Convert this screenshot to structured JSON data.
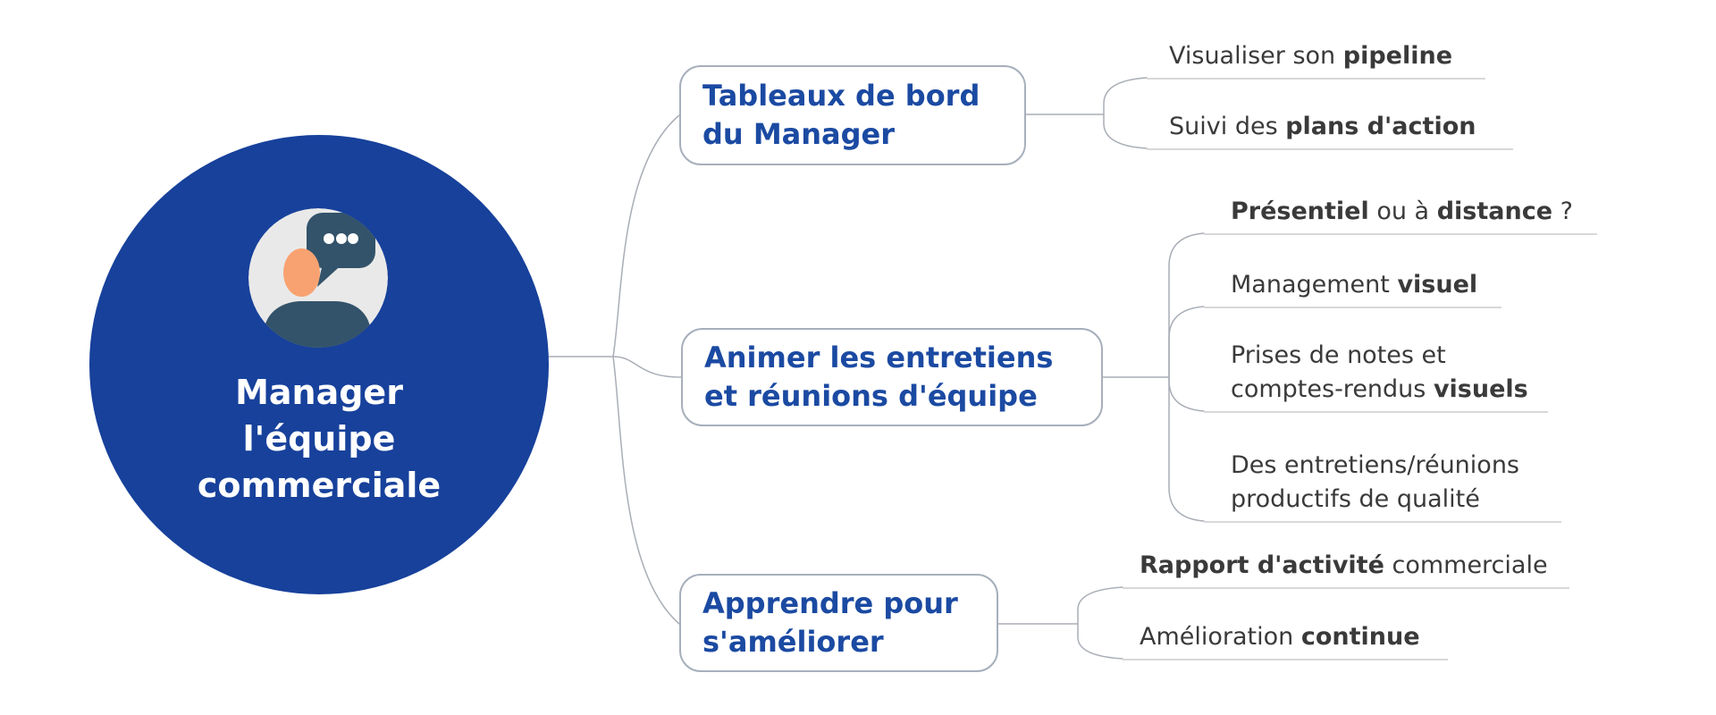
{
  "colors": {
    "root_fill": "#17419B",
    "root_text": "#FFFFFF",
    "topic_text": "#1B4AA2",
    "subtopic_text": "#3A3A3A",
    "underline": "#D8D8D8",
    "connector": "#A9AEB6",
    "box_border": "#A7AFBC",
    "avatar_bg": "#E9E9E9",
    "avatar_dark": "#33536A",
    "avatar_skin": "#F9A271"
  },
  "root": {
    "icon": "manager-chat-icon",
    "title_lines": [
      "Manager",
      "l'équipe",
      "commerciale"
    ]
  },
  "branches": [
    {
      "label_lines": [
        "Tableaux de bord",
        "du Manager"
      ],
      "children": [
        {
          "segments": [
            {
              "text": "Visualiser son ",
              "bold": false
            },
            {
              "text": "pipeline",
              "bold": true
            }
          ]
        },
        {
          "segments": [
            {
              "text": "Suivi des ",
              "bold": false
            },
            {
              "text": "plans d'action",
              "bold": true
            }
          ]
        }
      ]
    },
    {
      "label_lines": [
        "Animer les entretiens",
        "et réunions d'équipe"
      ],
      "children": [
        {
          "segments": [
            {
              "text": "Présentiel",
              "bold": true
            },
            {
              "text": " ou à ",
              "bold": false
            },
            {
              "text": "distance",
              "bold": true
            },
            {
              "text": " ?",
              "bold": false
            }
          ]
        },
        {
          "segments": [
            {
              "text": "Management ",
              "bold": false
            },
            {
              "text": "visuel",
              "bold": true
            }
          ]
        },
        {
          "segments": [
            {
              "text": "Prises de notes et comptes-rendus ",
              "bold": false
            },
            {
              "text": "visuels",
              "bold": true
            }
          ]
        },
        {
          "segments": [
            {
              "text": "Des entretiens/réunions productifs de qualité",
              "bold": false
            }
          ]
        }
      ]
    },
    {
      "label_lines": [
        "Apprendre pour",
        "s'améliorer"
      ],
      "children": [
        {
          "segments": [
            {
              "text": "Rapport d'activité",
              "bold": true
            },
            {
              "text": " commerciale",
              "bold": false
            }
          ]
        },
        {
          "segments": [
            {
              "text": "Amélioration ",
              "bold": false
            },
            {
              "text": "continue",
              "bold": true
            }
          ]
        }
      ]
    }
  ]
}
